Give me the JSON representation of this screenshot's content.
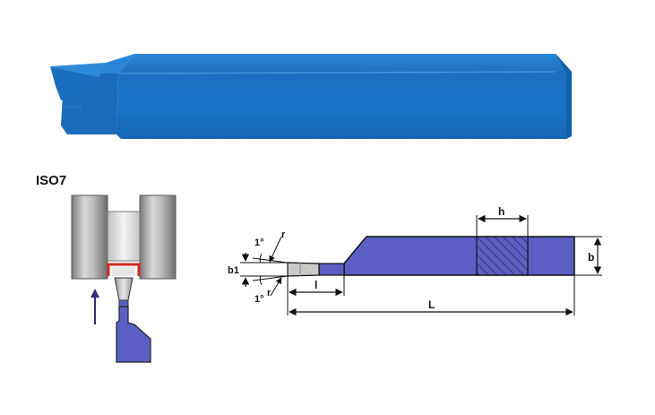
{
  "standard_label": "ISO7",
  "dimensions": {
    "h": "h",
    "b": "b",
    "L": "L",
    "l": "l",
    "b1": "b1",
    "r_top": "r",
    "r_bottom": "r",
    "angle_top": "1°",
    "angle_bottom": "1°"
  },
  "colors": {
    "tool_blue": "#1a73c4",
    "drawing_blue": "#5b5fc4",
    "outline": "#111111",
    "highlight_red": "#d12a1e",
    "arrow": "#3b2a7a"
  }
}
